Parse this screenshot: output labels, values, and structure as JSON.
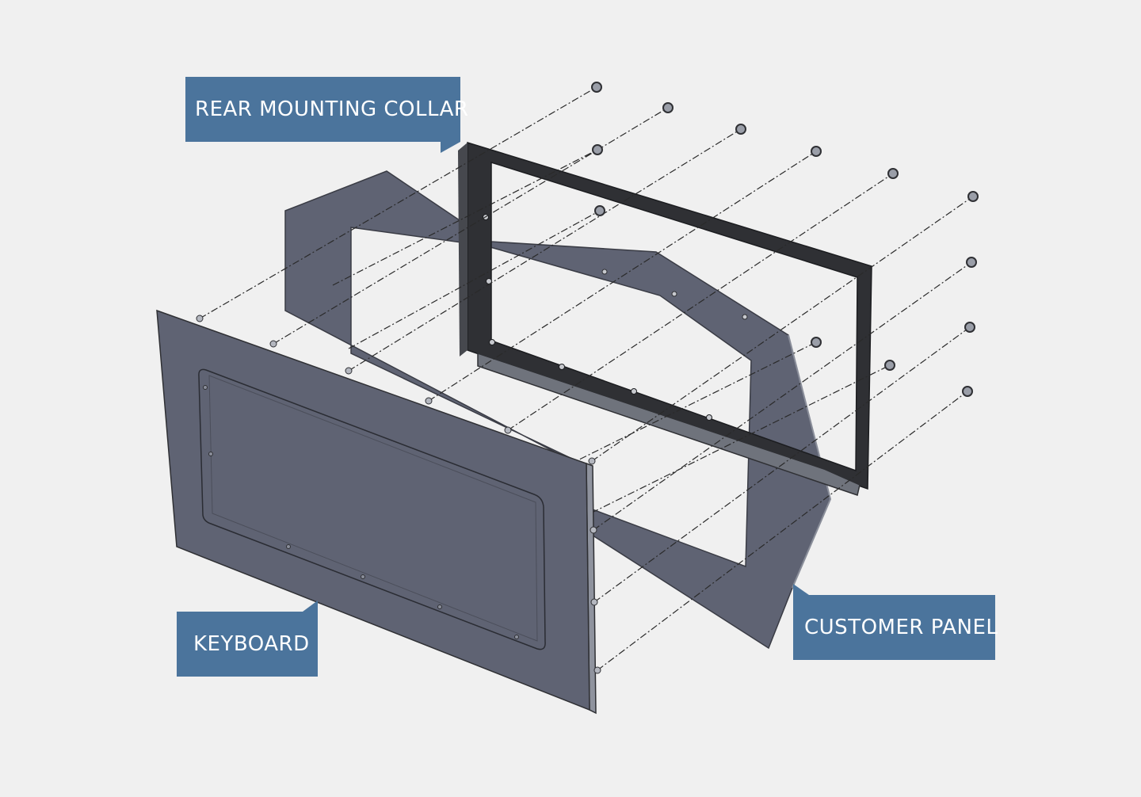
{
  "labels": {
    "rear_collar": "REAR MOUNTING COLLAR",
    "keyboard": "KEYBOARD",
    "customer_panel": "CUSTOMER PANEL"
  },
  "colors": {
    "background": "#f0f0f0",
    "callout": "#4b749c",
    "callout_text": "#ffffff",
    "keyboard_plate": "#5f6373",
    "customer_panel": "#5f6373",
    "collar": "#2f3034",
    "fastener": "#9a9ea8"
  }
}
